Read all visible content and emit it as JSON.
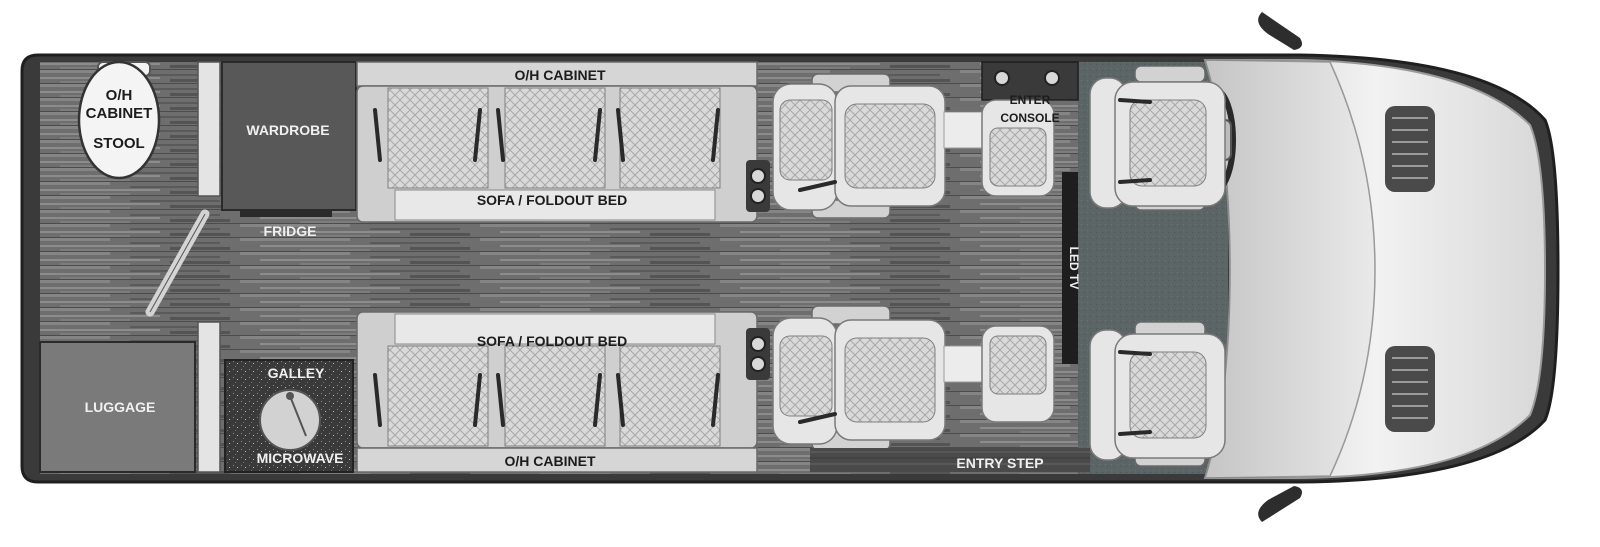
{
  "labels": {
    "oh_cabinet_stool": [
      "O/H",
      "CABINET",
      "STOOL"
    ],
    "wardrobe": "WARDROBE",
    "fridge": "FRIDGE",
    "oh_cabinet_top": "O/H CABINET",
    "sofa_top": "SOFA / FOLDOUT BED",
    "enter_console": [
      "ENTER",
      "CONSOLE"
    ],
    "led_tv": "LED TV",
    "luggage": "LUGGAGE",
    "galley": "GALLEY",
    "microwave": "MICROWAVE",
    "sofa_bottom": "SOFA / FOLDOUT BED",
    "oh_cabinet_bottom": "O/H CABINET",
    "entry_step": "ENTRY STEP"
  },
  "colors": {
    "floor": "#6f6f6f",
    "wardrobe": "#5a5a5a",
    "luggage": "#7a7a7a",
    "cab_carpet": "#5b6464",
    "body_outline": "#2b2b2b",
    "sofa": "#cfcfcf"
  }
}
